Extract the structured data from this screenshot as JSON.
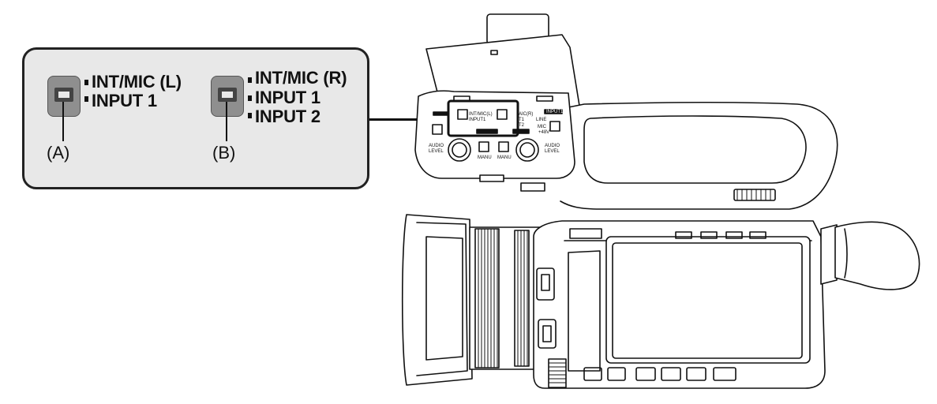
{
  "switch_a": {
    "options": [
      "INT/MIC (L)",
      "INPUT 1"
    ],
    "label": "(A)"
  },
  "switch_b": {
    "options": [
      "INT/MIC (R)",
      "INPUT 1",
      "INPUT 2"
    ],
    "label": "(B)"
  },
  "camera_panel": {
    "left_switch_options": [
      "INT/MIC(L)",
      "INPUT1"
    ],
    "right_switch_options": [
      "AIC(R)",
      "T1",
      "T2"
    ],
    "line_mic_options": [
      "LINE",
      "MIC",
      "+48V"
    ],
    "left_knob_label": [
      "AUDIO",
      "LEVEL"
    ],
    "right_knob_label": [
      "AUDIO",
      "LEVEL"
    ],
    "left_button_label": "MANU",
    "right_button_label": "MANU",
    "input_tag": "INPUT1"
  },
  "colors": {
    "callout_bg": "#e8e8e8",
    "switch_body": "#8f8f8f",
    "outline": "#222222"
  }
}
